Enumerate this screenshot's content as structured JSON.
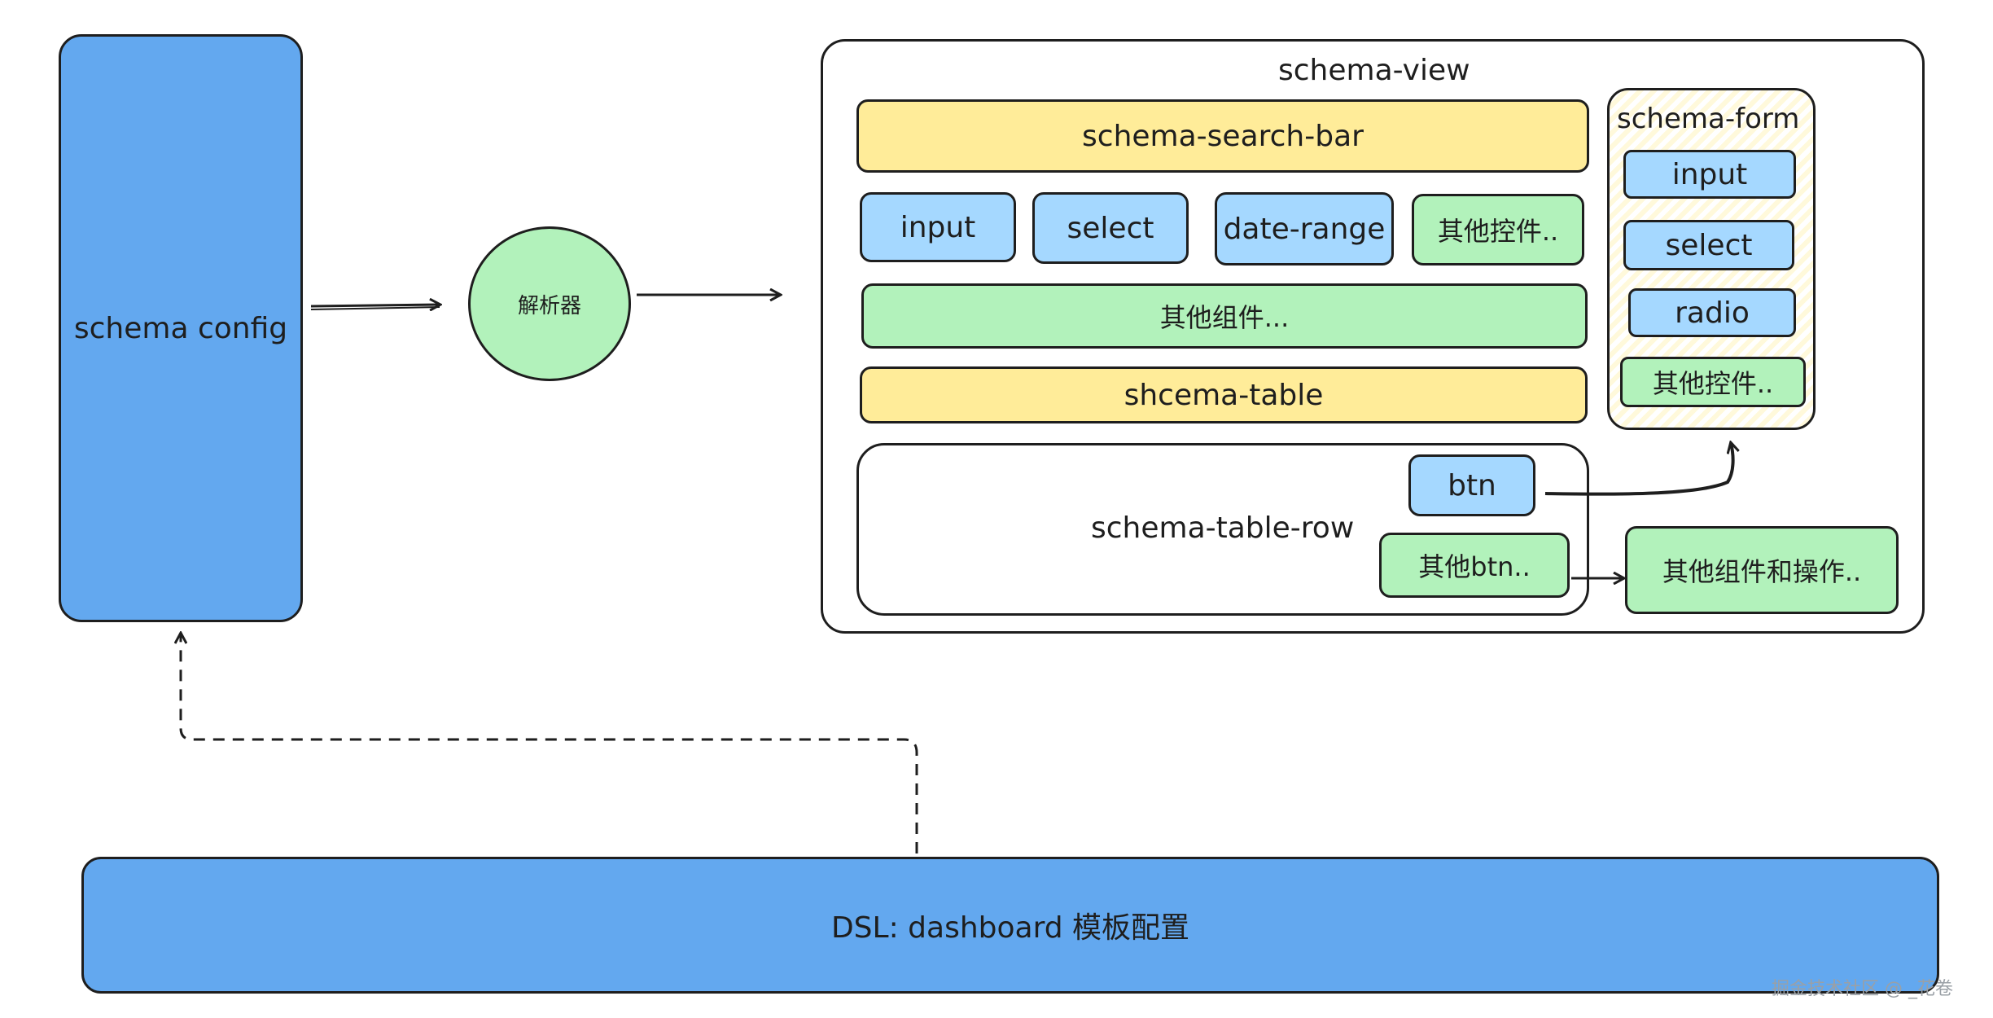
{
  "schema_config": "schema config",
  "parser": "解析器",
  "schema_view": {
    "title": "schema-view",
    "search_bar": "schema-search-bar",
    "controls": [
      "input",
      "select",
      "date-range",
      "其他控件.."
    ],
    "other_components": "其他组件...",
    "table": "shcema-table",
    "table_row": {
      "label": "schema-table-row",
      "btn": "btn",
      "other_btn": "其他btn.."
    },
    "other_components_ops": "其他组件和操作.."
  },
  "schema_form": {
    "title": "schema-form",
    "items": [
      "input",
      "select",
      "radio",
      "其他控件.."
    ]
  },
  "dsl": "DSL: dashboard 模板配置",
  "watermark": "掘金技术社区 @ _花卷"
}
